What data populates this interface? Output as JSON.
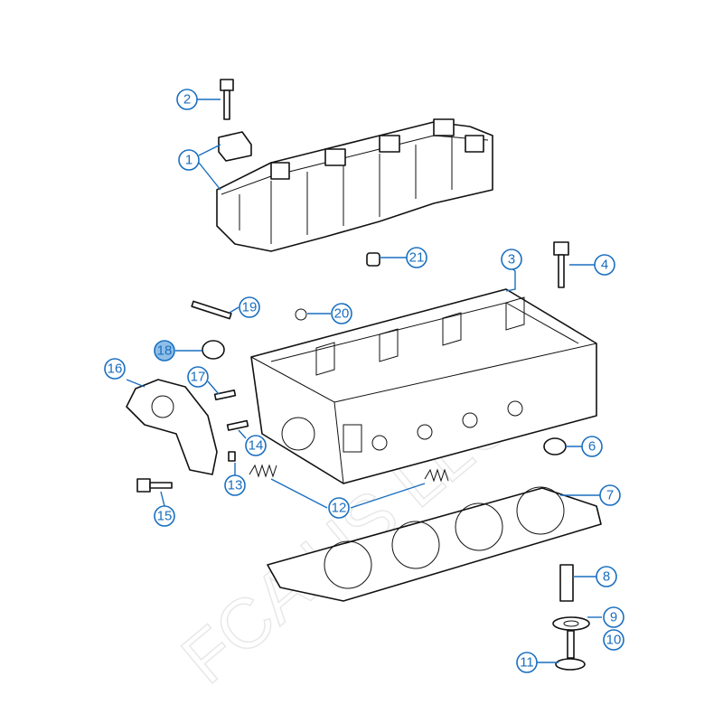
{
  "diagram": {
    "title": "Cylinder head exploded view",
    "watermark": "FCA US LLC",
    "accent_color": "#1a6fc0",
    "highlight_color": "#8fbfe8",
    "highlighted_callout": "18",
    "callouts": [
      "1",
      "2",
      "3",
      "4",
      "6",
      "7",
      "8",
      "9",
      "10",
      "11",
      "12",
      "13",
      "14",
      "15",
      "16",
      "17",
      "18",
      "19",
      "20",
      "21"
    ]
  }
}
